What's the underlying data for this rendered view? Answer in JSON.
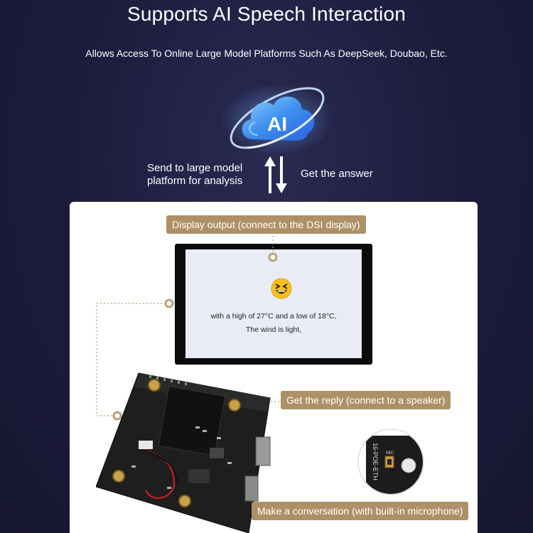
{
  "header": {
    "title": "Supports AI Speech Interaction",
    "subtitle": "Allows Access To Online Large Model Platforms Such As DeepSeek, Doubao, Etc."
  },
  "ai_icon": {
    "label": "AI"
  },
  "flow": {
    "send_line1": "Send to large model",
    "send_line2": "platform for analysis",
    "answer": "Get the answer"
  },
  "tags": {
    "display": "Display output (connect to the DSI display)",
    "reply": "Get the reply (connect to a speaker)",
    "conversation": "Make a conversation (with built-in microphone)"
  },
  "screen": {
    "line1": "with a high of 27°C and a low of 18°C,",
    "line2": "The wind is light,"
  },
  "mic_zoom": {
    "board_text": "16-POE-ETH",
    "mic_label": "MIC"
  },
  "colors": {
    "background": "#1c1b3c",
    "tag": "#ae9066",
    "panel": "#ffffff",
    "ai_blue": "#3d8ff0"
  }
}
